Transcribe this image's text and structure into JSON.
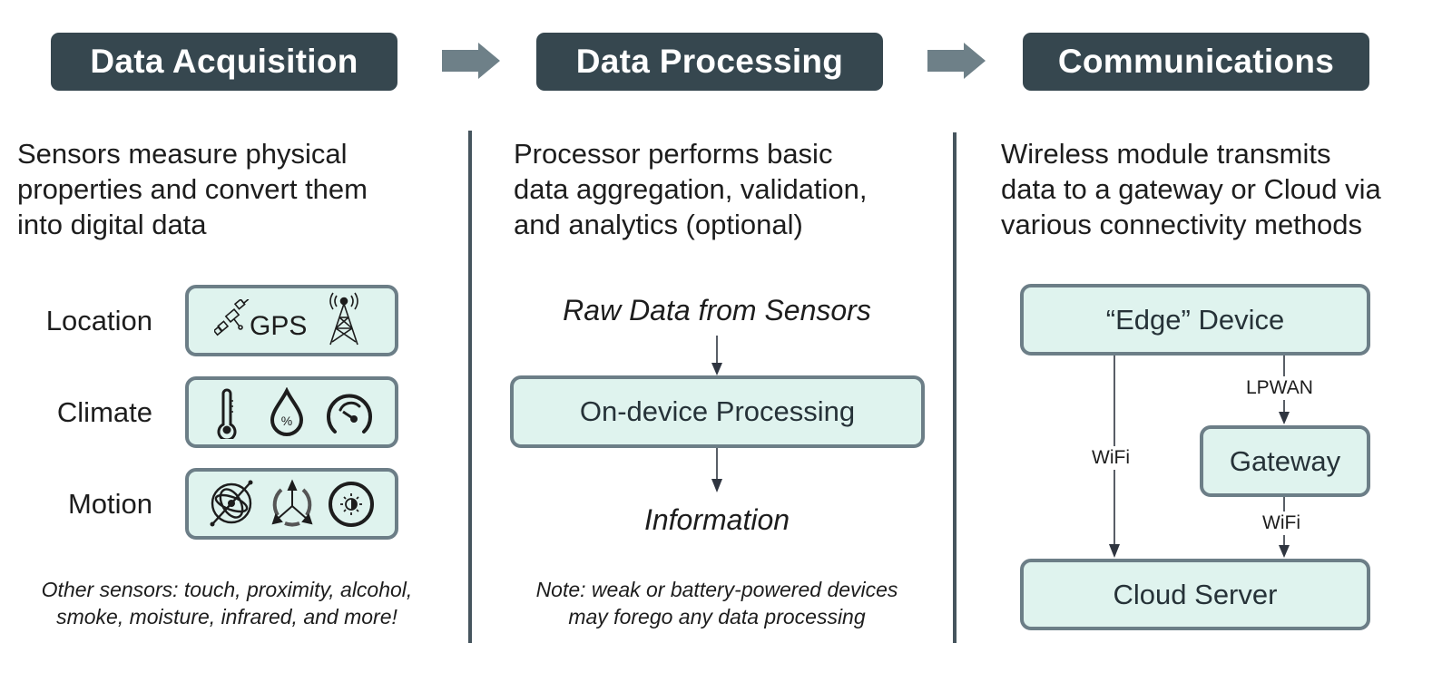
{
  "headers": [
    {
      "label": "Data Acquisition"
    },
    {
      "label": "Data Processing"
    },
    {
      "label": "Communications"
    }
  ],
  "flow_arrows": [
    "arrow-right-icon",
    "arrow-right-icon"
  ],
  "acquisition": {
    "description": [
      "Sensors measure physical",
      "properties and convert them",
      "into digital data"
    ],
    "sensor_groups": [
      {
        "label": "Location",
        "icons": [
          "satellite-icon",
          "gps-text",
          "cell-tower-icon"
        ],
        "gps_text": "GPS"
      },
      {
        "label": "Climate",
        "icons": [
          "thermometer-icon",
          "humidity-drop-icon",
          "pressure-gauge-icon"
        ],
        "humidity_symbol": "%"
      },
      {
        "label": "Motion",
        "icons": [
          "gyroscope-icon",
          "accelerometer-icon",
          "light-sensor-icon"
        ]
      }
    ],
    "note": [
      "Other sensors: touch, proximity, alcohol,",
      "smoke, moisture, infrared, and more!"
    ]
  },
  "processing": {
    "description": [
      "Processor performs basic",
      "data aggregation, validation,",
      "and analytics (optional)"
    ],
    "input_label": "Raw Data from Sensors",
    "process_box": "On-device Processing",
    "output_label": "Information",
    "note": [
      "Note: weak or battery-powered devices",
      "may forego any data processing"
    ]
  },
  "communications": {
    "description": [
      "Wireless module transmits",
      "data to a gateway or Cloud via",
      "various connectivity methods"
    ],
    "nodes": {
      "edge": "“Edge” Device",
      "gateway": "Gateway",
      "cloud": "Cloud Server"
    },
    "edges": [
      {
        "from": "edge",
        "to": "cloud",
        "label": "WiFi"
      },
      {
        "from": "edge",
        "to": "gateway",
        "label": "LPWAN"
      },
      {
        "from": "gateway",
        "to": "cloud",
        "label": "WiFi"
      }
    ]
  },
  "colors": {
    "header_bg": "#36474f",
    "arrow": "#6e8088",
    "box_fill": "#dff3ee",
    "box_border": "#6c7e87",
    "divider": "#46555e",
    "connector": "#2f3540"
  }
}
